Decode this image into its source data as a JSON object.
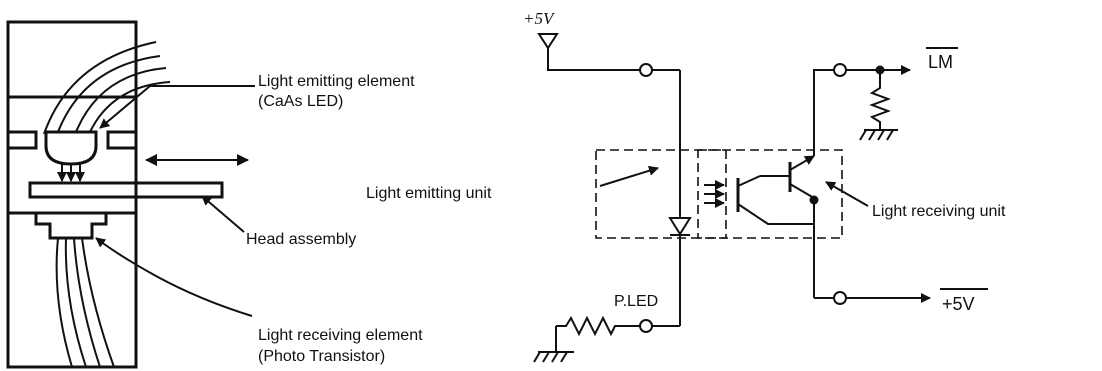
{
  "left_diagram": {
    "labels": {
      "emitting_element_line1": "Light emitting element",
      "emitting_element_line2": "(CaAs LED)",
      "head_assembly": "Head assembly",
      "receiving_element_line1": "Light receiving element",
      "receiving_element_line2": "(Photo Transistor)"
    }
  },
  "right_diagram": {
    "labels": {
      "supply_top": "+5V",
      "output_lm": "LM",
      "emitting_unit": "Light emitting unit",
      "receiving_unit": "Light receiving unit",
      "p_led": "P.LED",
      "output_5v": "+5V"
    }
  }
}
